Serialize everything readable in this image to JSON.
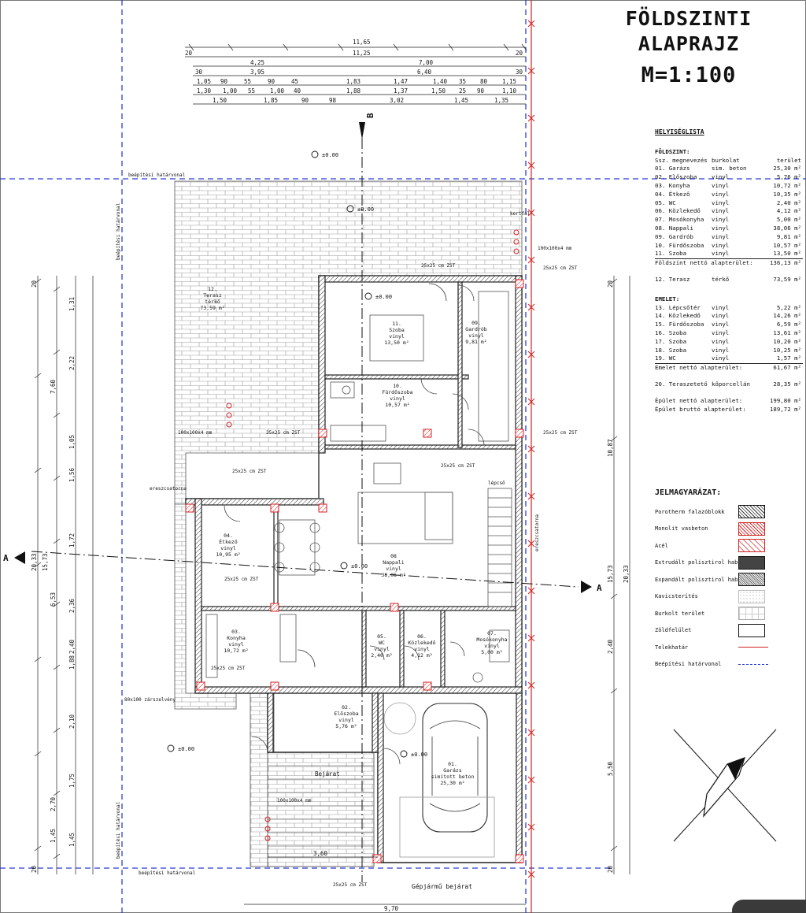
{
  "sheet": {
    "title": "FÖLDSZINTI ALAPRAJZ",
    "scale": "M=1:100"
  },
  "colors": {
    "wall": "#222222",
    "border_line": "#d42020",
    "boundary_dashed": "#2b3fd6",
    "paving": "#9a9a9a"
  },
  "room_list": {
    "heading": "HELYISÉGLISTA",
    "ground_section": "FÖLDSZINT:",
    "columns": [
      "Ssz. megnevezés",
      "burkolat",
      "terület"
    ],
    "ground_rooms": [
      {
        "name": "01. Garázs",
        "floor": "sim. beton",
        "area": "25,30 m²"
      },
      {
        "name": "02. Előszoba",
        "floor": "vinyl",
        "area": "5,76 m²"
      },
      {
        "name": "03. Konyha",
        "floor": "vinyl",
        "area": "10,72 m²"
      },
      {
        "name": "04. Étkező",
        "floor": "vinyl",
        "area": "10,35 m²"
      },
      {
        "name": "05. WC",
        "floor": "vinyl",
        "area": "2,40 m²"
      },
      {
        "name": "06. Közlekedő",
        "floor": "vinyl",
        "area": "4,12 m²"
      },
      {
        "name": "07. Mosókonyha",
        "floor": "vinyl",
        "area": "5,00 m²"
      },
      {
        "name": "08. Nappali",
        "floor": "vinyl",
        "area": "38,06 m²"
      },
      {
        "name": "09. Gardrób",
        "floor": "vinyl",
        "area": "9,81 m²"
      },
      {
        "name": "10. Fürdőszoba",
        "floor": "vinyl",
        "area": "10,57 m²"
      },
      {
        "name": "11. Szoba",
        "floor": "vinyl",
        "area": "13,50 m²"
      }
    ],
    "ground_total_label": "Földszint nettó alapterület:",
    "ground_total": "136,13 m²",
    "terrace": {
      "name": "12. Terasz",
      "floor": "térkő",
      "area": "73,59 m²"
    },
    "upper_section": "EMELET:",
    "upper_rooms": [
      {
        "name": "13. Lépcsőtér",
        "floor": "vinyl",
        "area": "5,22 m²"
      },
      {
        "name": "14. Közlekedő",
        "floor": "vinyl",
        "area": "14,26 m²"
      },
      {
        "name": "15. Fürdőszoba",
        "floor": "vinyl",
        "area": "6,59 m²"
      },
      {
        "name": "16. Szoba",
        "floor": "vinyl",
        "area": "13,61 m²"
      },
      {
        "name": "17. Szoba",
        "floor": "vinyl",
        "area": "10,20 m²"
      },
      {
        "name": "18. Szoba",
        "floor": "vinyl",
        "area": "10,25 m²"
      },
      {
        "name": "19. WC",
        "floor": "vinyl",
        "area": "1,57 m²"
      }
    ],
    "upper_total_label": "Emelet nettó alapterület:",
    "upper_total": "61,67 m²",
    "roof_terrace": {
      "name": "20. Teraszetető",
      "floor": "kőporcellán",
      "area": "28,35 m²"
    },
    "net_label": "Épület nettó alapterület:",
    "net": "199,80 m²",
    "gross_label": "Épület bruttó alapterület:",
    "gross": "189,72 m²"
  },
  "legend": {
    "heading": "JELMAGYARÁZAT:",
    "items": [
      {
        "label": "Porotherm falazóblokk",
        "kind": "hatch-dark"
      },
      {
        "label": "Monolit vasbeton",
        "kind": "hatch-red"
      },
      {
        "label": "Acél",
        "kind": "hatch-red-light"
      },
      {
        "label": "Extrudált polisztirol hab",
        "kind": "dense"
      },
      {
        "label": "Expandált polisztirol hab",
        "kind": "cross"
      },
      {
        "label": "Kavicsterítés",
        "kind": "dots"
      },
      {
        "label": "Burkolt terület",
        "kind": "grid"
      },
      {
        "label": "Zöldfelület",
        "kind": "plain"
      },
      {
        "label": "Telekhatár",
        "kind": "red-line"
      },
      {
        "label": "Beépítési határvonal",
        "kind": "blue-dash"
      }
    ]
  },
  "plan": {
    "rooms": [
      {
        "num": "01.",
        "name": "Garázs",
        "floor": "simított beton",
        "area": "25,30 m²"
      },
      {
        "num": "02.",
        "name": "Előszoba",
        "floor": "vinyl",
        "area": "5,76 m²"
      },
      {
        "num": "03.",
        "name": "Konyha",
        "floor": "vinyl",
        "area": "10,72 m²"
      },
      {
        "num": "04.",
        "name": "Étkező",
        "floor": "vinyl",
        "area": "10,95 m²"
      },
      {
        "num": "05.",
        "name": "WC",
        "floor": "vinyl",
        "area": "2,40 m²"
      },
      {
        "num": "06.",
        "name": "Közlekedő",
        "floor": "vinyl",
        "area": "4,12 m²"
      },
      {
        "num": "07.",
        "name": "Mosókonyha",
        "floor": "vinyl",
        "area": "5,00 m²"
      },
      {
        "num": "08",
        "name": "Nappali",
        "floor": "vinyl",
        "area": "38,06 m²"
      },
      {
        "num": "09.",
        "name": "Gardrób",
        "floor": "vinyl",
        "area": "9,81 m²"
      },
      {
        "num": "10.",
        "name": "Fürdőszoba",
        "floor": "vinyl",
        "area": "10,57 m²"
      },
      {
        "num": "11.",
        "name": "Szoba",
        "floor": "vinyl",
        "area": "13,50 m²"
      },
      {
        "num": "12.",
        "name": "Terasz",
        "floor": "térkő",
        "area": "73,59 m²"
      }
    ],
    "notes": {
      "terrace_flag": "kertfal",
      "gutter": "ereszcsatorna",
      "gutter2": "ereszcsatorna",
      "entrance": "Bejárat",
      "car_entrance": "Gépjármű bejárat",
      "boundary_top": "beépítési határvonal",
      "boundary_left": "beépítési határvonal",
      "boundary_bottom": "beépítési határvonal",
      "pipe1": "100x100x4 mm",
      "pipe2": "100x100x4 mm",
      "pipe3": "100x100x4 mm",
      "col1": "25x25 cm ZST",
      "col2": "25x25 cm ZST",
      "col3": "25x25 cm ZST",
      "col4": "25x25 cm ZST",
      "col5": "25x25 cm ZST",
      "col6": "25x25 cm ZST",
      "col7": "25x25 cm ZST",
      "col8": "25x25 cm ZST",
      "col9": "25x25 cm ZST",
      "drain": "80x100 zárszelvény",
      "level1": "±0.00",
      "level2": "±0.00",
      "level3": "±0.00",
      "level4": "±0.00",
      "level5": "±0.00",
      "level6": "±0.00",
      "section_a": "A",
      "section_b": "B",
      "stair": "lépcső"
    },
    "dims_top": {
      "row1": [
        "11,65"
      ],
      "row2": [
        "20",
        "11,25",
        "20"
      ],
      "row3": [
        "4,25",
        "7,00"
      ],
      "row4": [
        "30",
        "3,95",
        "6,40",
        "30"
      ],
      "row5": [
        "1,05",
        "90",
        "55",
        "90",
        "45",
        "1,83",
        "1,47",
        "1,40",
        "35",
        "80",
        "1,15"
      ],
      "row6": [
        "1,30",
        "1,00",
        "55",
        "1,00",
        "40",
        "1,88",
        "1,37",
        "1,50",
        "25",
        "90",
        "1,10"
      ],
      "row7": [
        "1,50",
        "1,85",
        "90",
        "98",
        "3,02",
        "1,45",
        "1,35"
      ]
    },
    "dims_left_outer": [
      "20",
      "7,60",
      "20,33",
      "15,73",
      "6,53",
      "2,70",
      "1,45",
      "20"
    ],
    "dims_left_mid": [
      "1,31",
      "2,22",
      "1,88",
      "1,05",
      "1,56",
      "1,72",
      "2,36",
      "2,40",
      "2,10",
      "1,75",
      "1,45"
    ],
    "dims_right": [
      "20",
      "10,87",
      "20,33",
      "15,73",
      "2,40",
      "5,50",
      "20"
    ],
    "dims_bottom": [
      "3,60",
      "9,70"
    ]
  }
}
